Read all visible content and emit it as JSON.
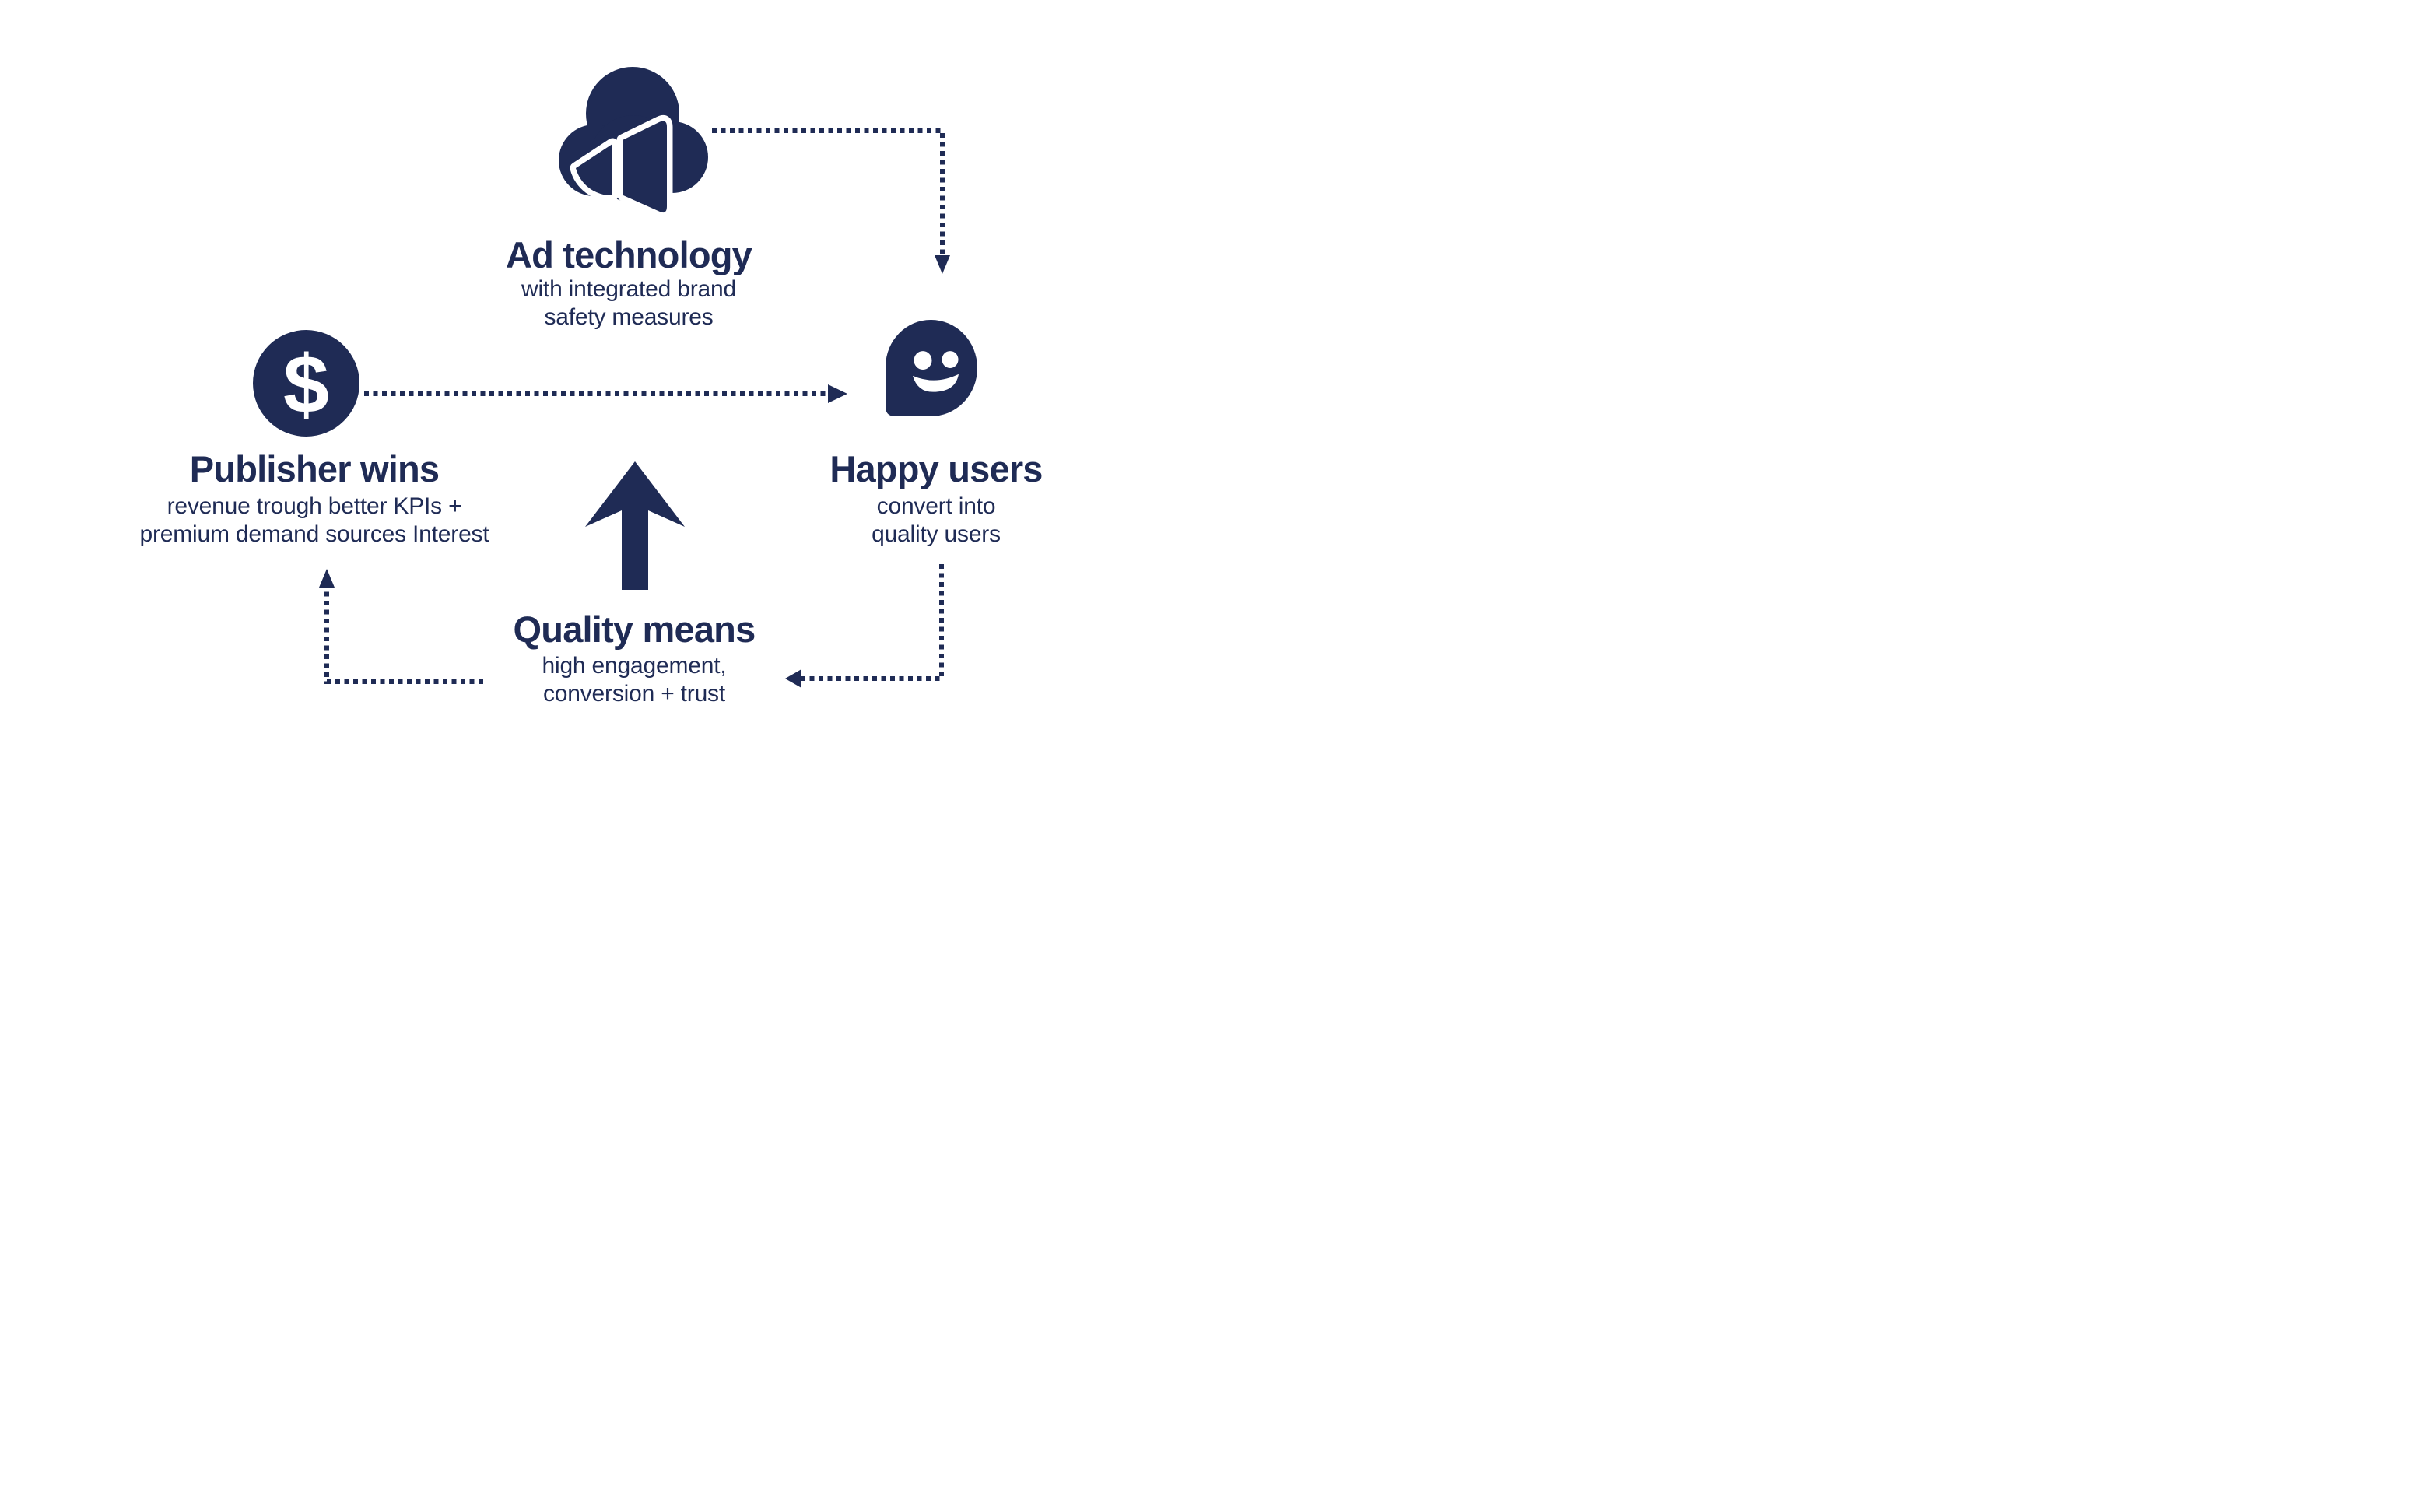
{
  "page": {
    "background": "#ffffff",
    "accent_navy": "#1f2b55",
    "icon_inner_white": "#ffffff"
  },
  "diagram": {
    "nodes": {
      "ad_technology": {
        "icon": "cloud-megaphone-icon",
        "title": "Ad technology",
        "subtitle_line1": "with integrated brand",
        "subtitle_line2": "safety measures"
      },
      "happy_users": {
        "icon": "chat-bubble-smiley-icon",
        "title": "Happy users",
        "subtitle_line1": "convert into",
        "subtitle_line2": "quality users"
      },
      "publisher_wins": {
        "icon": "dollar-coin-icon",
        "glyph": "$",
        "title": "Publisher wins",
        "subtitle_line1": "revenue trough better KPIs +",
        "subtitle_line2": "premium demand sources Interest"
      },
      "quality_means": {
        "icon": "up-arrow-icon",
        "title": "Quality means",
        "subtitle_line1": "high engagement,",
        "subtitle_line2": "conversion + trust"
      }
    },
    "connectors": [
      {
        "name": "ad-technology-to-happy-users",
        "style": "dotted",
        "arrow": "down"
      },
      {
        "name": "publisher-wins-to-happy-users",
        "style": "dotted",
        "arrow": "right"
      },
      {
        "name": "happy-users-to-quality-means",
        "style": "dotted",
        "arrow": "left"
      },
      {
        "name": "quality-means-to-publisher-wins",
        "style": "dotted",
        "arrow": "up"
      }
    ]
  }
}
